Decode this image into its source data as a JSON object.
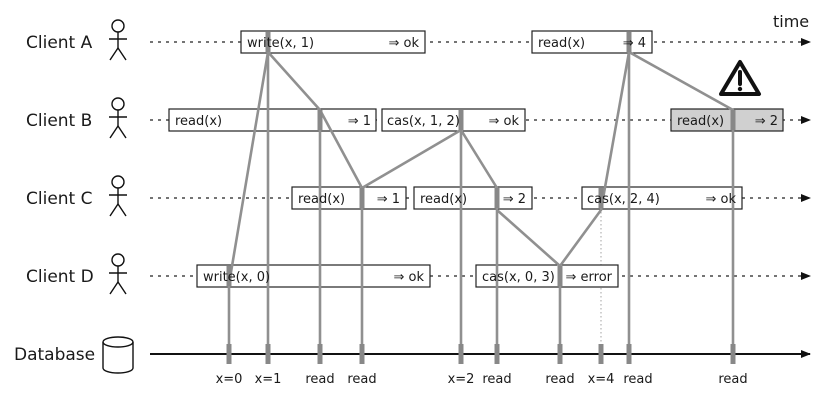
{
  "time_label": "time",
  "clients": [
    {
      "label": "Client A"
    },
    {
      "label": "Client B"
    },
    {
      "label": "Client C"
    },
    {
      "label": "Client D"
    }
  ],
  "database": {
    "label": "Database"
  },
  "operations": {
    "a_write": {
      "op": "write(x, 1)",
      "result": "⇒ ok"
    },
    "a_read": {
      "op": "read(x)",
      "result": "⇒ 4"
    },
    "b_read1": {
      "op": "read(x)",
      "result": "⇒ 1"
    },
    "b_cas": {
      "op": "cas(x, 1, 2)",
      "result": "⇒ ok"
    },
    "b_read2": {
      "op": "read(x)",
      "result": "⇒ 2"
    },
    "c_read1": {
      "op": "read(x)",
      "result": "⇒ 1"
    },
    "c_read2": {
      "op": "read(x)",
      "result": "⇒ 2"
    },
    "c_cas": {
      "op": "cas(x, 2, 4)",
      "result": "⇒ ok"
    },
    "d_write": {
      "op": "write(x, 0)",
      "result": "⇒ ok"
    },
    "d_cas": {
      "op": "cas(x, 0, 3)",
      "result": "⇒ error"
    }
  },
  "db_ticks": [
    "x=0",
    "x=1",
    "read",
    "read",
    "x=2",
    "read",
    "read",
    "x=4",
    "read",
    "read"
  ],
  "warning_icon": "warning-triangle-icon",
  "colors": {
    "highlight": "#d0d0d0",
    "message": "#909090"
  }
}
